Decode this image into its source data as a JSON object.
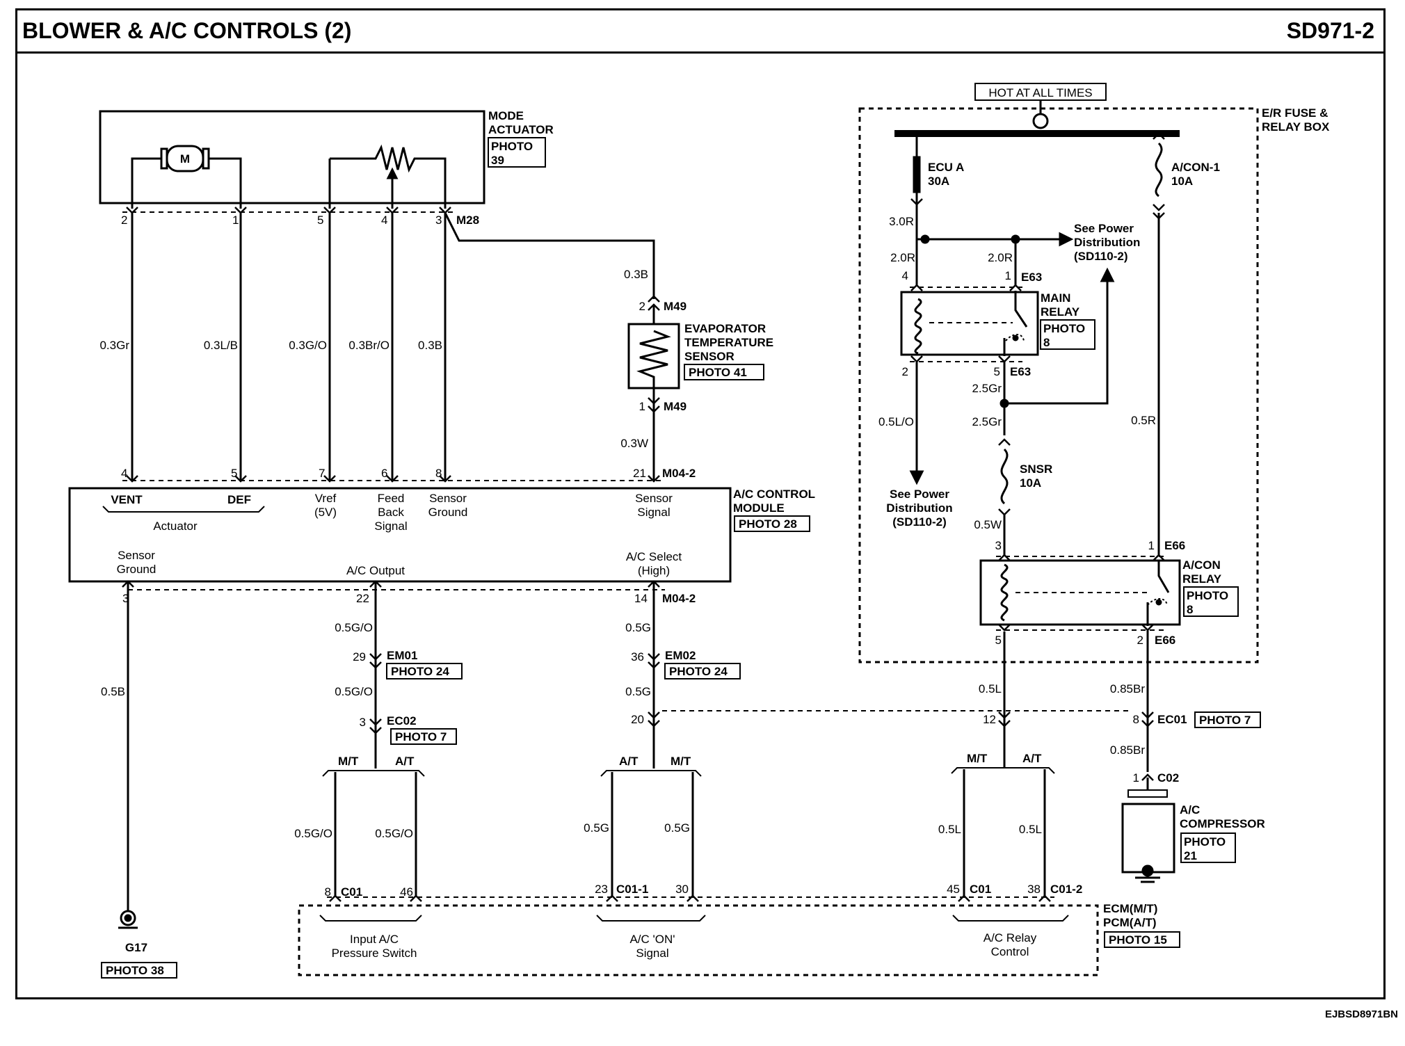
{
  "header": {
    "title": "BLOWER & A/C CONTROLS (2)",
    "code": "SD971-2"
  },
  "figure_id": "EJBSD8971BN",
  "mode_actuator": {
    "name": [
      "MODE",
      "ACTUATOR"
    ],
    "photo": [
      "PHOTO",
      "39"
    ],
    "motor": "M",
    "connector": "M28",
    "pins": [
      "2",
      "1",
      "5",
      "4",
      "3"
    ]
  },
  "wires_top": [
    "0.3Gr",
    "0.3L/B",
    "0.3G/O",
    "0.3Br/O",
    "0.3B"
  ],
  "evap": {
    "name": [
      "EVAPORATOR",
      "TEMPERATURE",
      "SENSOR"
    ],
    "photo": "PHOTO 41",
    "wire_top": "0.3B",
    "wire_bottom": "0.3W",
    "conn": "M49",
    "pin_top": "2",
    "pin_bottom": "1"
  },
  "ac_module": {
    "name": [
      "A/C CONTROL",
      "MODULE"
    ],
    "photo": "PHOTO 28",
    "top_pins": [
      "4",
      "5",
      "7",
      "6",
      "8",
      "21"
    ],
    "top_conn": "M04-2",
    "labels": {
      "vent": "VENT",
      "def": "DEF",
      "actuator": "Actuator",
      "vref": [
        "Vref",
        "(5V)"
      ],
      "feed": [
        "Feed",
        "Back",
        "Signal"
      ],
      "sgnd": [
        "Sensor",
        "Ground"
      ],
      "ssig": [
        "Sensor",
        "Signal"
      ],
      "sgnd2": [
        "Sensor",
        "Ground"
      ],
      "acout": "A/C Output",
      "acsel": [
        "A/C Select",
        "(High)"
      ]
    },
    "bottom_pins": [
      "3",
      "22",
      "14"
    ],
    "bottom_conn": "M04-2"
  },
  "ground": {
    "wire": "0.5B",
    "name": "G17",
    "photo": "PHOTO 38"
  },
  "output_path": {
    "wire1": "0.5G/O",
    "pin1": "29",
    "conn1": "EM01",
    "photo1": "PHOTO 24",
    "wire2": "0.5G/O",
    "pin2": "3",
    "conn2": "EC02",
    "photo2": "PHOTO 7",
    "mt": "M/T",
    "at": "A/T",
    "wire_l": "0.5G/O",
    "wire_r": "0.5G/O",
    "pin_l": "8",
    "conn_l": "C01",
    "pin_r": "46"
  },
  "select_path": {
    "wire1": "0.5G",
    "pin1": "36",
    "conn1": "EM02",
    "photo1": "PHOTO 24",
    "wire2": "0.5G",
    "pin2": "20",
    "at": "A/T",
    "mt": "M/T",
    "wire_l": "0.5G",
    "wire_r": "0.5G",
    "pin_l": "23",
    "conn_l": "C01-1",
    "pin_r": "30"
  },
  "relay_path": {
    "wire": "0.5L",
    "pin": "12",
    "mt": "M/T",
    "at": "A/T",
    "wire_l": "0.5L",
    "wire_r": "0.5L",
    "pin_l": "45",
    "conn_l": "C01",
    "pin_r": "38",
    "conn_r": "C01-2"
  },
  "ecm": {
    "name": [
      "ECM(M/T)",
      "PCM(A/T)"
    ],
    "photo": "PHOTO 15",
    "in1": [
      "Input A/C",
      "Pressure Switch"
    ],
    "in2": [
      "A/C 'ON'",
      "Signal"
    ],
    "in3": [
      "A/C Relay",
      "Control"
    ]
  },
  "fusebox": {
    "hot": "HOT AT ALL TIMES",
    "name": [
      "E/R FUSE &",
      "RELAY BOX"
    ],
    "fuse1": [
      "ECU A",
      "30A"
    ],
    "fuse2": [
      "A/CON-1",
      "10A"
    ],
    "w30r": "3.0R",
    "w20r_a": "2.0R",
    "w20r_b": "2.0R",
    "see_power_1": [
      "See Power",
      "Distribution",
      "(SD110-2)"
    ],
    "main_relay": {
      "name": [
        "MAIN",
        "RELAY"
      ],
      "photo": [
        "PHOTO",
        "8"
      ],
      "conn": "E63",
      "pin4": "4",
      "pin1": "1",
      "pin2": "2",
      "pin5": "5"
    },
    "w25gr_a": "2.5Gr",
    "w25gr_b": "2.5Gr",
    "w05lo": "0.5L/O",
    "w05r": "0.5R",
    "see_power_2": [
      "See Power",
      "Distribution",
      "(SD110-2)"
    ],
    "snsr": [
      "SNSR",
      "10A"
    ],
    "w05w": "0.5W",
    "acon_relay": {
      "name": [
        "A/CON",
        "RELAY"
      ],
      "photo": [
        "PHOTO",
        "8"
      ],
      "conn": "E66",
      "pin3": "3",
      "pin1": "1",
      "pin5": "5",
      "pin2": "2"
    }
  },
  "compressor": {
    "w1": "0.85Br",
    "pin1": "8",
    "conn1": "EC01",
    "photo1": "PHOTO 7",
    "w2": "0.85Br",
    "pin2": "1",
    "conn2": "C02",
    "name": [
      "A/C",
      "COMPRESSOR"
    ],
    "photo": [
      "PHOTO",
      "21"
    ]
  }
}
